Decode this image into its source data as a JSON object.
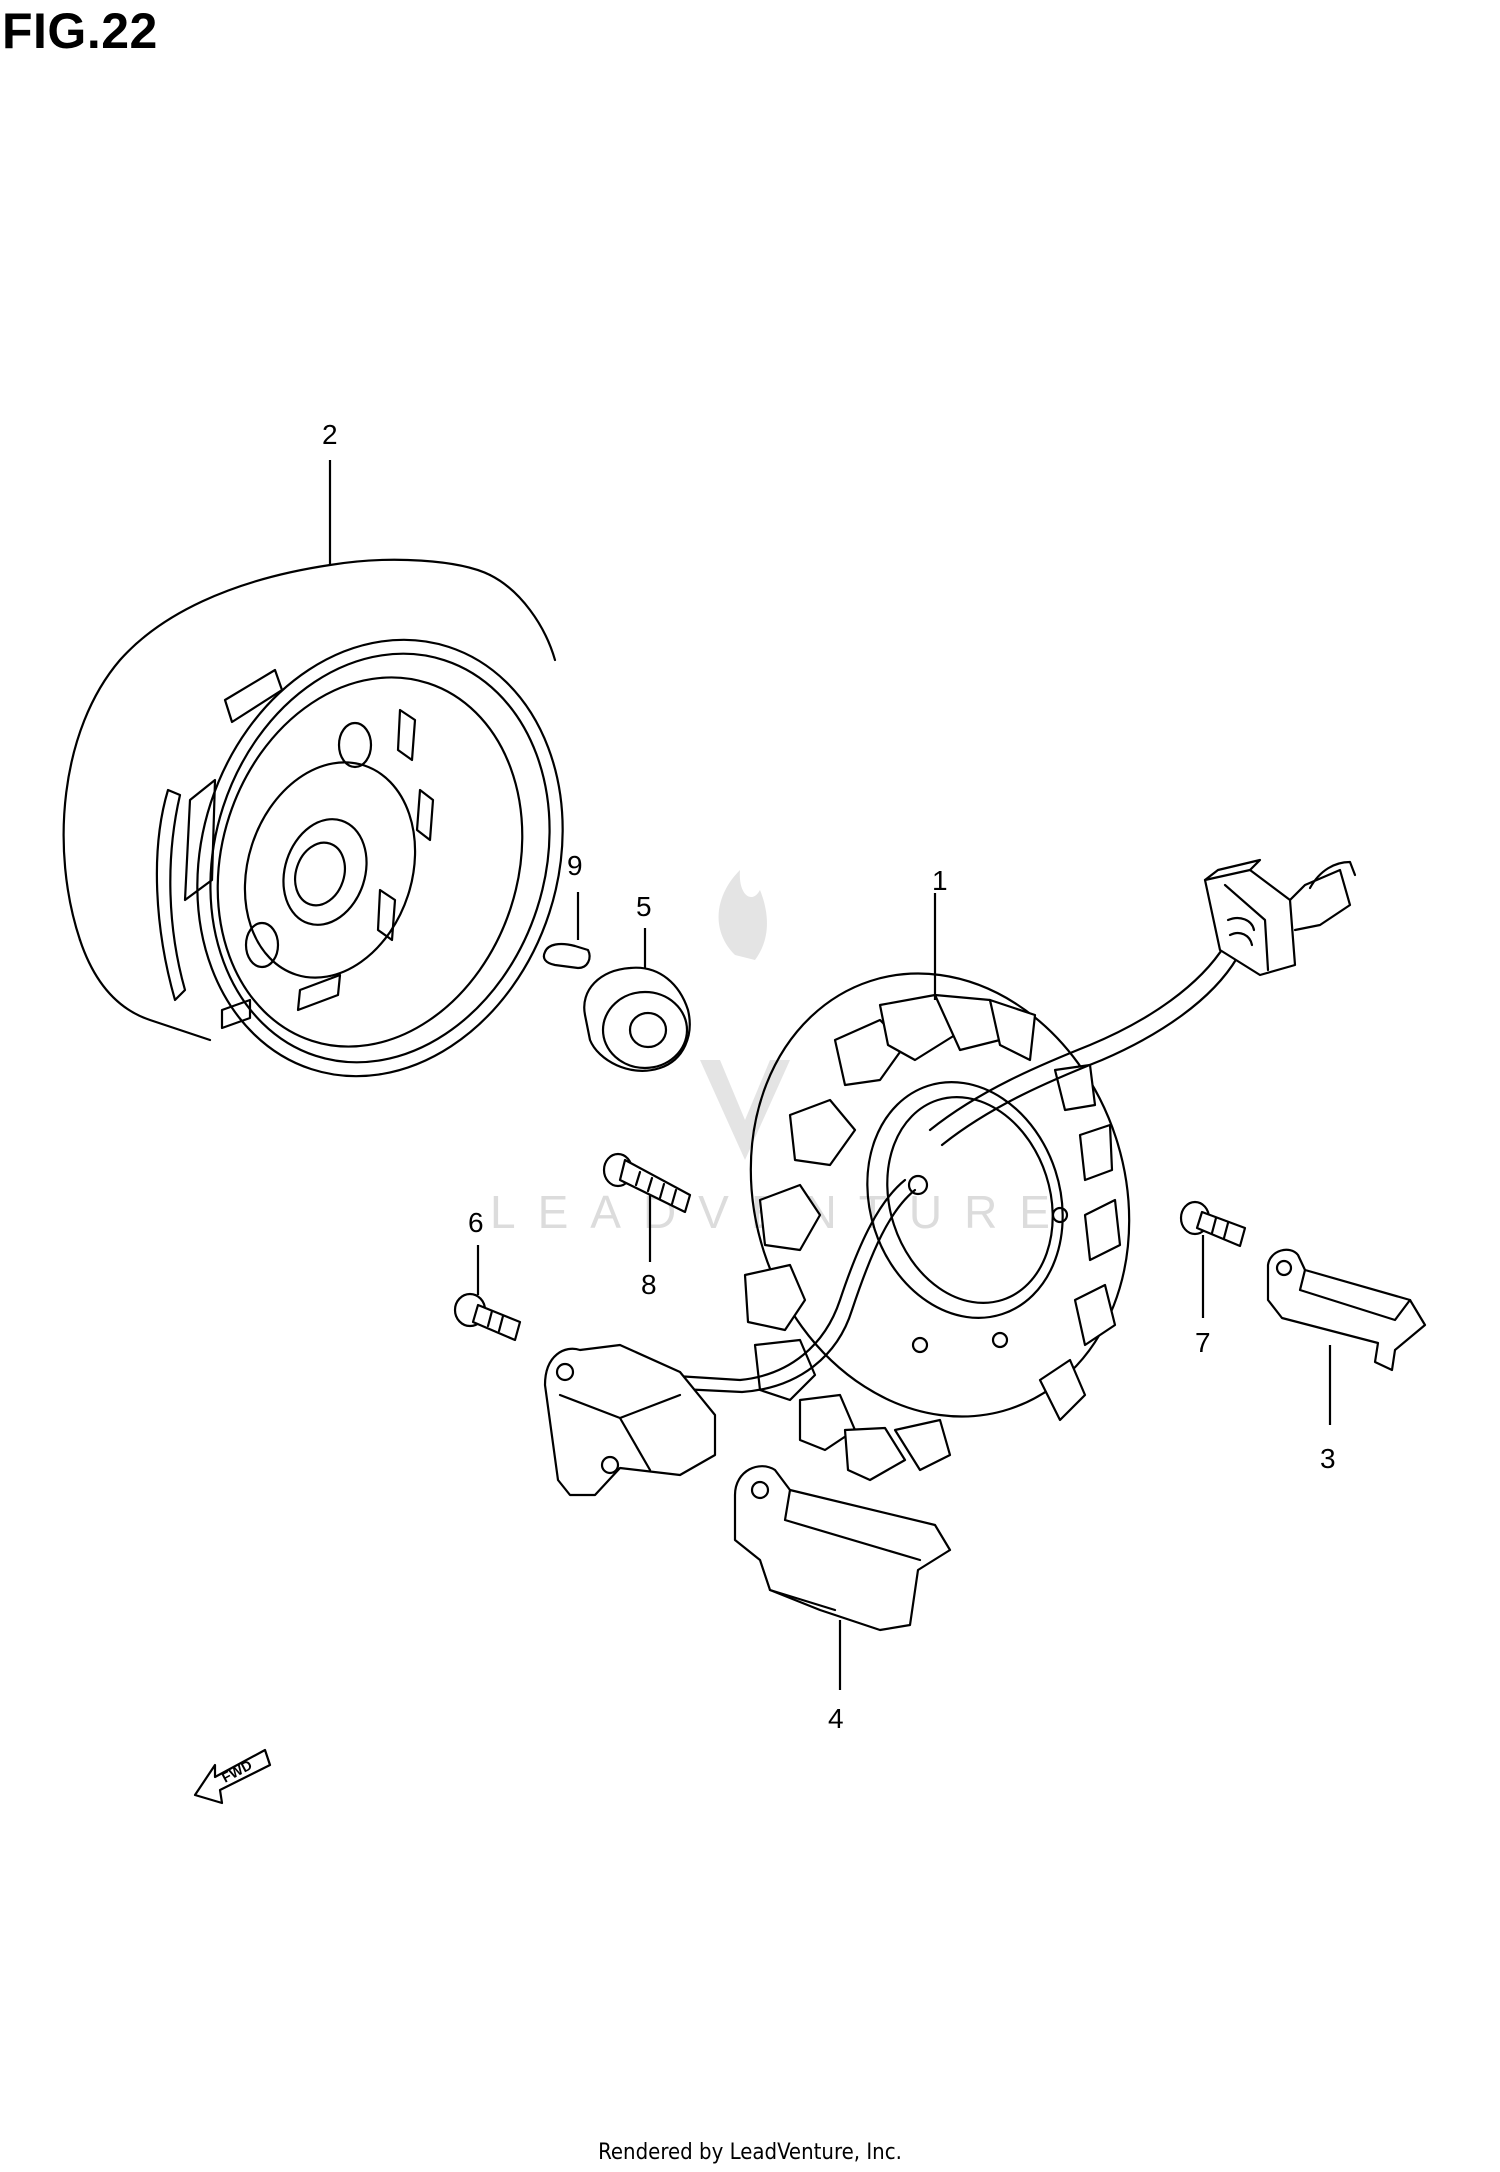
{
  "figure": {
    "title": "FIG.22"
  },
  "callouts": [
    {
      "id": "1",
      "label": "1"
    },
    {
      "id": "2",
      "label": "2"
    },
    {
      "id": "3",
      "label": "3"
    },
    {
      "id": "4",
      "label": "4"
    },
    {
      "id": "5",
      "label": "5"
    },
    {
      "id": "6",
      "label": "6"
    },
    {
      "id": "7",
      "label": "7"
    },
    {
      "id": "8",
      "label": "8"
    },
    {
      "id": "9",
      "label": "9"
    }
  ],
  "direction_marker": {
    "label": "FWD"
  },
  "watermark": {
    "text": "LEADVENTURE"
  },
  "footer": {
    "text": "Rendered by LeadVenture, Inc."
  }
}
